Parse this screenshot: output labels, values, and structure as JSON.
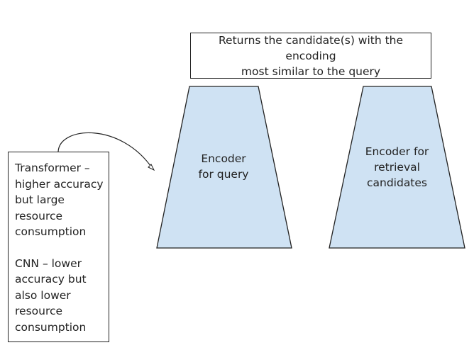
{
  "result_box": {
    "text": "Returns the candidate(s) with the encoding\nmost similar to the query"
  },
  "model_note": {
    "transformer": "Transformer –\nhigher accuracy\nbut large\nresource\nconsumption",
    "cnn": "CNN – lower\naccuracy but\nalso lower\nresource\nconsumption"
  },
  "encoders": {
    "query": "Encoder\nfor query",
    "retrieval": "Encoder for\nretrieval\ncandidates"
  },
  "colors": {
    "encoder_fill": "#cfe2f3",
    "stroke": "#222222"
  }
}
